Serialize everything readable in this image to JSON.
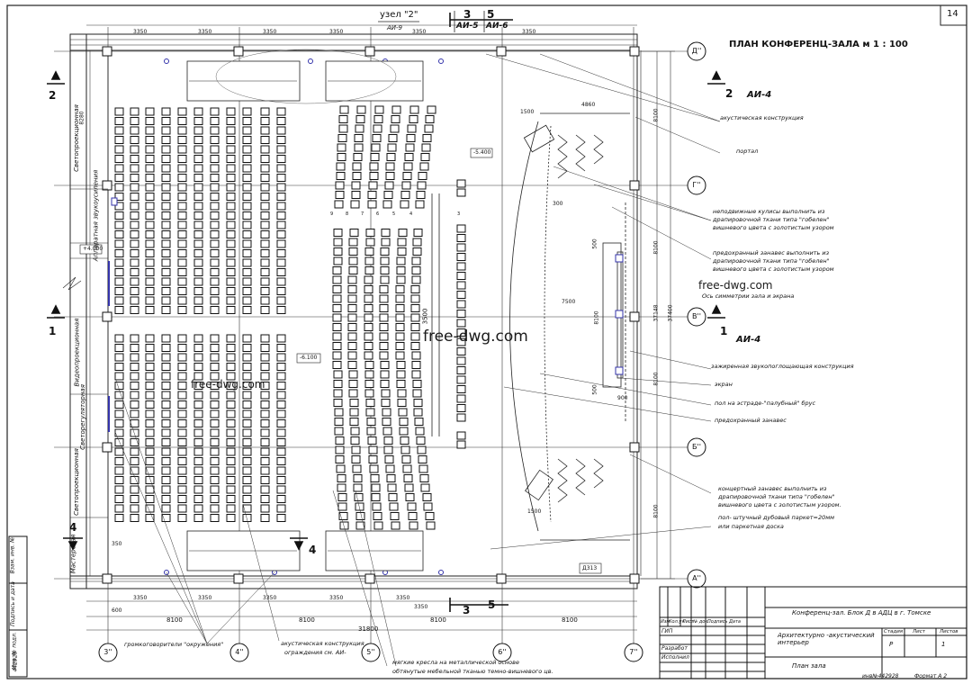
{
  "sheet": {
    "number": "14",
    "title": "ПЛАН КОНФЕРЕНЦ-ЗАЛА м 1 : 100",
    "node_label": "узел \"2\"",
    "node_ref": "АИ-9",
    "section_refs_top": [
      "3",
      "5",
      "АИ-5",
      "АИ-6"
    ],
    "section_refs_bottom": [
      "3",
      "5"
    ],
    "cut_marks": {
      "left_top": "2",
      "left_mid": "1",
      "left_bot": "4",
      "bottom": "4",
      "right_top": "2",
      "right_mid": "1"
    },
    "cut_refs": {
      "right_top": "АИ-4",
      "right_mid": "АИ-4"
    }
  },
  "watermarks": [
    "free-dwg.com",
    "free-dwg.com",
    "free-dwg.com"
  ],
  "axes": {
    "rows": [
      "Д''",
      "Г''",
      "В''",
      "Б''",
      "А''"
    ],
    "cols": [
      "3''",
      "4''",
      "5''",
      "6''",
      "7''"
    ]
  },
  "dimensions": {
    "top": [
      "3350",
      "3350",
      "3350",
      "3350",
      "3350",
      "3350"
    ],
    "bottom_small": [
      "3350",
      "3350",
      "3350",
      "3350",
      "3350",
      "3350",
      "600"
    ],
    "bottom_large": [
      "8100",
      "8100",
      "8100",
      "8100"
    ],
    "bottom_total": "31800",
    "right": [
      "8100",
      "8100",
      "8100",
      "8100",
      "37400",
      "37148"
    ],
    "right_inner": [
      "4860",
      "7500",
      "1500",
      "1500",
      "300",
      "500",
      "500",
      "900",
      "3500",
      "8100"
    ],
    "misc": [
      "8280",
      "350"
    ]
  },
  "levels": [
    "-5.400",
    "-6.100",
    "+4.000"
  ],
  "door_tag": "Д313",
  "row_numbers": [
    "9",
    "8",
    "7",
    "6",
    "5",
    "4",
    "3"
  ],
  "left_rooms": [
    "Светопроекционная",
    "Аппаратная звукоусиления",
    "Видеопроекционная",
    "Светорегуляторная",
    "Светопроекционная",
    "Мастерская"
  ],
  "right_callouts": [
    "акустическая конструкция",
    "портал",
    "неподвижные кулисы выполнить из",
    "драпировочной ткани типа \"гобелен\"",
    "вишневого цвета с золотистым узором",
    "предохранный занавес выполнить из",
    "драпировочной ткани типа \"гобелен\"",
    "вишневого цвета с золотистым узором",
    "Ось симметрии зала и экрана",
    "зажиренная звукопоглощающая конструкция",
    "экран",
    "пол на эстраде-\"палубный\" брус",
    "предохранный занавес",
    "концертный занавес выполнить из",
    "драпировочной ткани типа \"гобелен\"",
    "вишневого цвета с золотистым узором.",
    "пол- штучный дубовый паркет=20мм",
    "или паркетная доска"
  ],
  "bottom_callouts": [
    "громкоговорители \"окружения\"",
    "акустическая конструкция",
    "ограждения см. АИ-",
    "мягкие кресла на металлической основе",
    "обтянутые мебельной тканью темно-вишневого цв."
  ],
  "title_block": {
    "project": "Конференц-зал. Блок Д в АДЦ     в г. Томске",
    "section": "Архитектурно -акустический интерьер",
    "sheet_name": "План зала",
    "stage_h": "Стадия",
    "sheet_h": "Лист",
    "sheets_h": "Листов",
    "stage": "Р",
    "sheet": "1",
    "head_cols": [
      "Изм",
      "Кол.уч",
      "Лист",
      "№ док.",
      "Подпись",
      "Дата"
    ],
    "roles": [
      "ГИП",
      "Разработ",
      "Исполнил"
    ],
    "inv": "инв№442928",
    "format": "Формат А 2"
  },
  "side_stamp": [
    "Взам. инв. №",
    "Подпись и дата",
    "Инв. № подл.",
    "442928"
  ]
}
